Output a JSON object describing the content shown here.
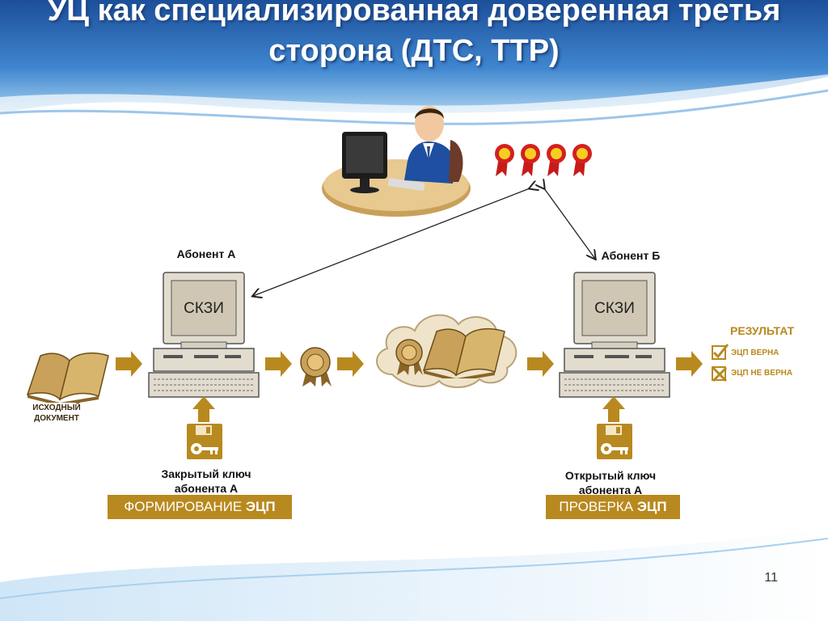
{
  "slide": {
    "title": "УЦ как специализированная доверенная третья сторона (ДТС, ТТР)",
    "page_number": "11"
  },
  "subscriber_a": {
    "label": "Абонент А",
    "module_label": "СКЗИ"
  },
  "subscriber_b": {
    "label": "Абонент Б",
    "module_label": "СКЗИ"
  },
  "source_document": {
    "label_line1": "ИСХОДНЫЙ",
    "label_line2": "ДОКУМЕНТ"
  },
  "private_key": {
    "line1": "Закрытый ключ",
    "line2": "абонента А"
  },
  "public_key": {
    "line1": "Открытый ключ",
    "line2": "абонента А"
  },
  "sign_banner": {
    "text": "ФОРМИРОВАНИЕ",
    "bold": "ЭЦП"
  },
  "verify_banner": {
    "text": "ПРОВЕРКА",
    "bold": "ЭЦП"
  },
  "result": {
    "title": "РЕЗУЛЬТАТ",
    "valid": "ЭЦП ВЕРНА",
    "invalid": "ЭЦП НЕ ВЕРНА"
  },
  "colors": {
    "accent": "#b8891f",
    "header_blue": "#1f5aa8"
  },
  "icons": [
    "operator-person-icon",
    "award-seal-icon",
    "computer-icon",
    "book-icon",
    "cloud-icon",
    "floppy-key-icon",
    "arrow-right-icon",
    "arrow-up-icon",
    "check-icon",
    "cross-icon"
  ]
}
